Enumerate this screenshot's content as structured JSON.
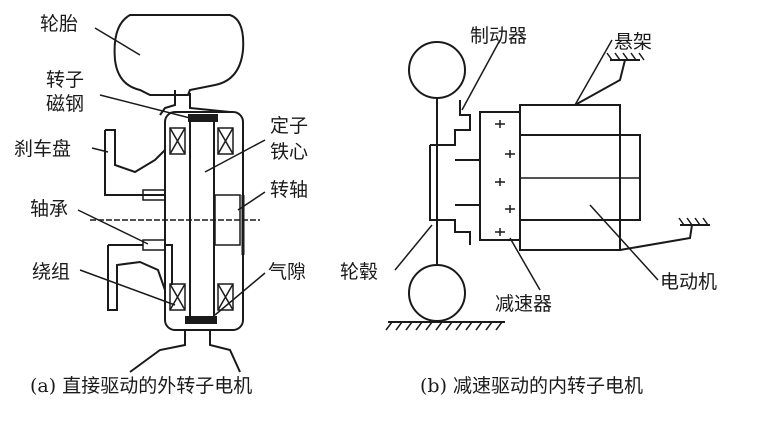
{
  "diagram_a": {
    "labels": {
      "tire": "轮胎",
      "rotor_magnet_1": "转子",
      "rotor_magnet_2": "磁钢",
      "brake_disc": "刹车盘",
      "bearing": "轴承",
      "winding": "绕组",
      "stator_core_1": "定子",
      "stator_core_2": "铁心",
      "shaft": "转轴",
      "air_gap": "气隙"
    },
    "caption": "(a) 直接驱动的外转子电机"
  },
  "diagram_b": {
    "labels": {
      "brake": "制动器",
      "suspension": "悬架",
      "hub": "轮毂",
      "reducer": "减速器",
      "motor": "电动机"
    },
    "caption": "(b) 减速驱动的内转子电机"
  }
}
